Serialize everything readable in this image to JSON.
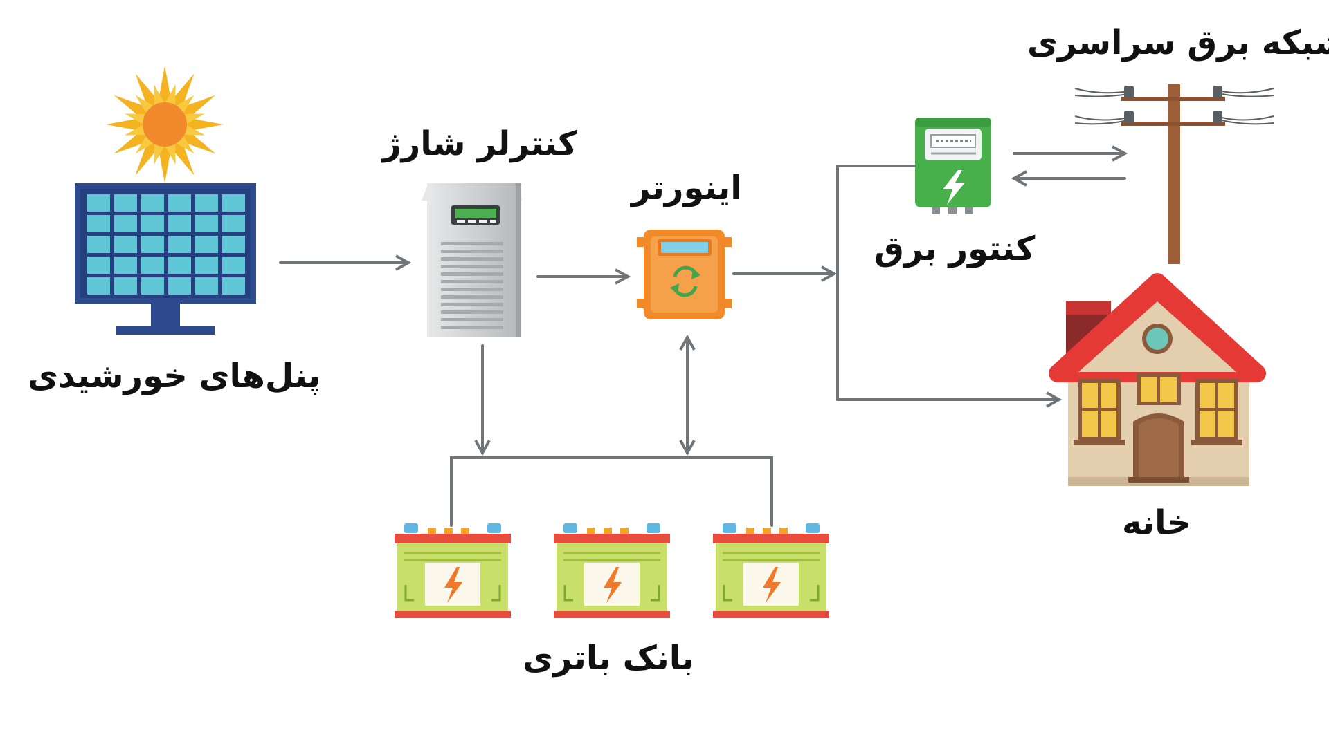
{
  "labels": {
    "solar_panels": "پنل‌های خورشیدی",
    "charge_controller": "کنترلر شارژ",
    "inverter": "اینورتر",
    "electricity_meter": "کنتور برق",
    "national_grid": "شبکه برق سراسری",
    "house": "خانه",
    "battery_bank": "بانک باتری"
  },
  "colors": {
    "arrow": "#707579",
    "panel_frame": "#2e4a8f",
    "panel_cell": "#5fc6d6",
    "sun": "#f4b321",
    "sun_core": "#f08a2c",
    "controller_body": "#c9cbcd",
    "controller_screen": "#4caf50",
    "inverter_body": "#f28a2a",
    "meter_body": "#47b04b",
    "pole": "#9c5f37",
    "house_wall": "#e3cfae",
    "roof": "#e53935",
    "battery_body": "#c8df6a",
    "battery_band": "#e74c3c",
    "battery_terminal": "#5fb7e5"
  },
  "icons": [
    "sun-icon",
    "solar-panel-icon",
    "charge-controller-icon",
    "inverter-icon",
    "electric-meter-icon",
    "power-pole-icon",
    "house-icon",
    "battery-icon"
  ]
}
